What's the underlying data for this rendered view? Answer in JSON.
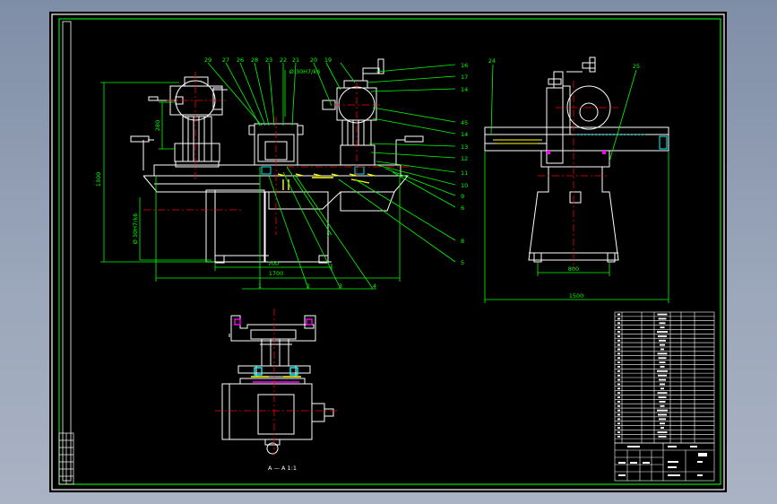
{
  "drawing": {
    "colors": {
      "background": "#000000",
      "frame": "#ffffff",
      "inner_frame": "#00ff00",
      "geometry": "#ffffff",
      "leader": "#00ff00",
      "dimension": "#00ff00",
      "centerline": "#ff0000",
      "hatch": "#ffff00",
      "hidden": "#00ffff",
      "magenta": "#ff00ff"
    },
    "front_view": {
      "dims": {
        "overall_height": "1300",
        "motor_height": "280",
        "bore_fit": "Ø 30H7/k6",
        "top_fit": "Ø 30H7/k6",
        "width_inner": "700",
        "width_outer": "1700"
      },
      "callouts_top": [
        "29",
        "27",
        "26",
        "28",
        "23",
        "22",
        "21",
        "20",
        "19"
      ],
      "callouts_right": [
        "16",
        "17",
        "14",
        "45",
        "14",
        "13",
        "12",
        "11",
        "10",
        "9",
        "6",
        "8",
        "5"
      ],
      "callouts_bottom": [
        "1",
        "2",
        "3",
        "4"
      ],
      "callout_mid": "7"
    },
    "side_view": {
      "callouts": [
        "24",
        "25"
      ],
      "dims": {
        "base_width": "800",
        "overall_width": "1500"
      }
    },
    "section_view": {
      "label": "A — A  1:1"
    }
  }
}
